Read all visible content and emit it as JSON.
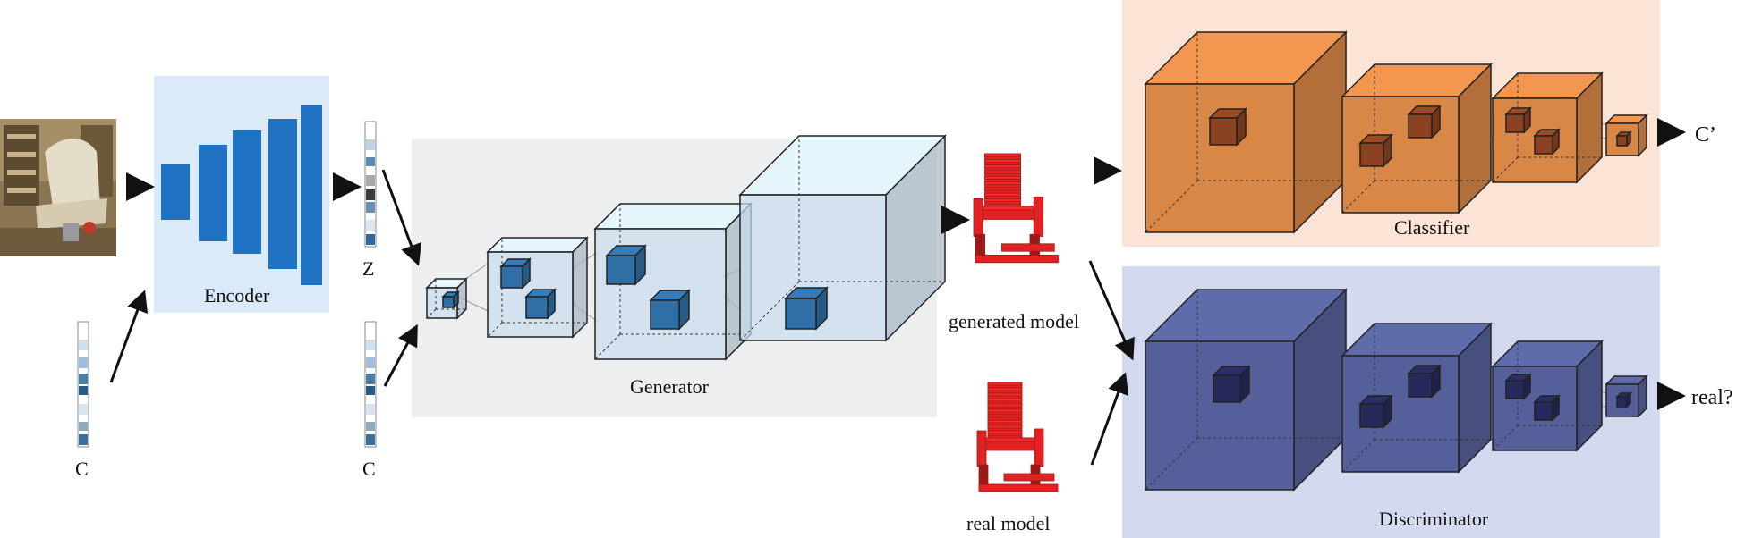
{
  "labels": {
    "encoder": "Encoder",
    "generator": "Generator",
    "classifier": "Classifier",
    "discriminator": "Discriminator",
    "z": "Z",
    "c_input": "C",
    "c_generator": "C",
    "generated_model": "generated model",
    "real_model": "real model",
    "classifier_output": "C’",
    "discriminator_output": "real?"
  },
  "colors": {
    "encoder_panel": "#dbeaf8",
    "encoder_bar": "#1f72c2",
    "generator_panel": "#e9ebee",
    "generator_cube_face": "#c9ddec",
    "generator_inner_cube": "#2f6fa5",
    "classifier_panel": "#fbe4d5",
    "classifier_cube": "#d98747",
    "classifier_inner_cube": "#8b4220",
    "discriminator_panel": "#cfd6ec",
    "discriminator_cube": "#55609a",
    "discriminator_inner_cube": "#262a5a",
    "chair": "#e02222"
  },
  "icons": {
    "input_photo": "chair-photo-icon",
    "generated_chair": "voxel-chair-icon",
    "real_chair": "voxel-chair-icon"
  }
}
